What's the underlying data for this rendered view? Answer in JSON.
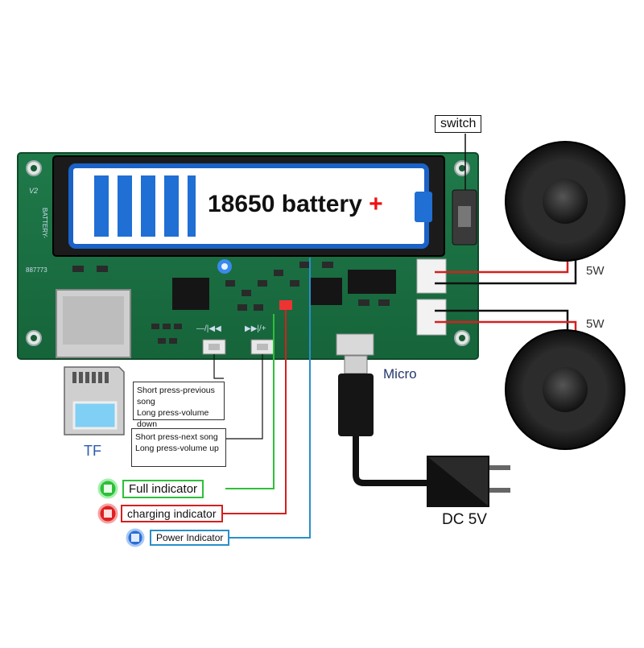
{
  "board": {
    "battery_label": "18650 battery",
    "battery_plus": "+",
    "silk_version": "V2",
    "silk_battery": "BATTERY-",
    "silk_code": "887773",
    "silk_prev": "—/|◀◀",
    "silk_next": "▶▶|/+"
  },
  "switch": {
    "label": "switch"
  },
  "speakers": [
    {
      "power": "5W"
    },
    {
      "power": "5W"
    }
  ],
  "tf": {
    "label": "TF"
  },
  "usb": {
    "micro_label": "Micro",
    "dc_label": "DC 5V"
  },
  "buttons": {
    "prev_line1": "Short press-previous song",
    "prev_line2": "Long press-volume down",
    "next_line1": "Short press-next song",
    "next_line2": "Long press-volume up"
  },
  "indicators": [
    {
      "label": "Full indicator",
      "color": "#2fbf3a"
    },
    {
      "label": "charging indicator",
      "color": "#e02020"
    },
    {
      "label": "Power Indicator",
      "color": "#2a6fd6"
    }
  ]
}
